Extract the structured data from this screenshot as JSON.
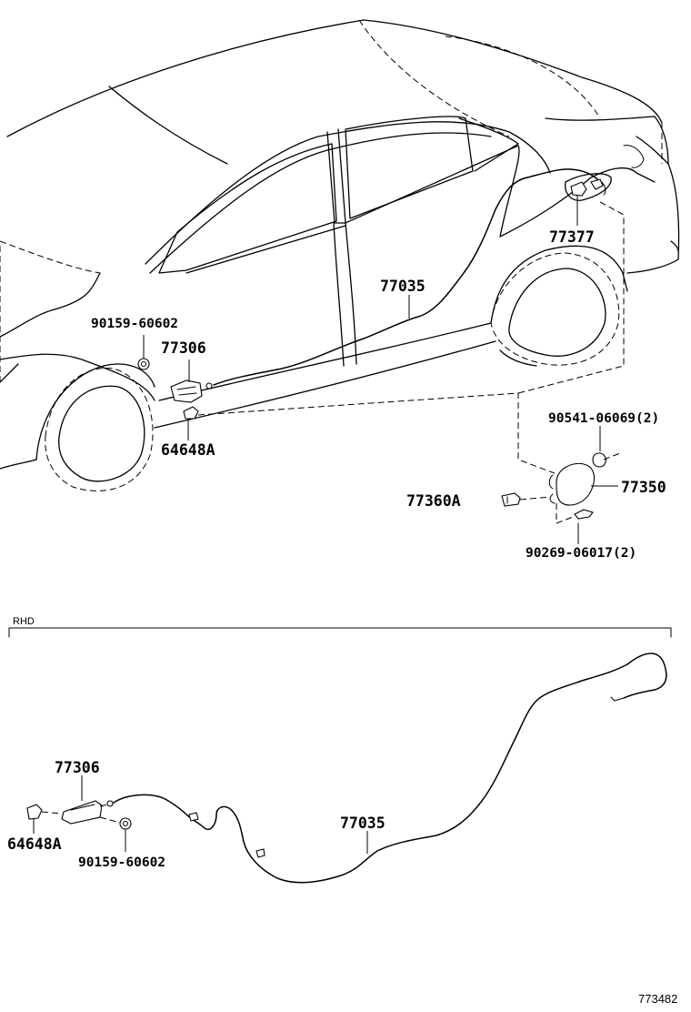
{
  "labels": {
    "top": {
      "p90159": "90159-60602",
      "p77306": "77306",
      "p64648a": "64648A",
      "p77035": "77035",
      "p77377": "77377",
      "p90541": "90541-06069(2)",
      "p77350": "77350",
      "p77360a": "77360A",
      "p90269": "90269-06017(2)"
    },
    "rhd": {
      "section": "RHD",
      "p77306": "77306",
      "p64648a": "64648A",
      "p90159": "90159-60602",
      "p77035": "77035"
    },
    "diagram_id": "773482"
  }
}
